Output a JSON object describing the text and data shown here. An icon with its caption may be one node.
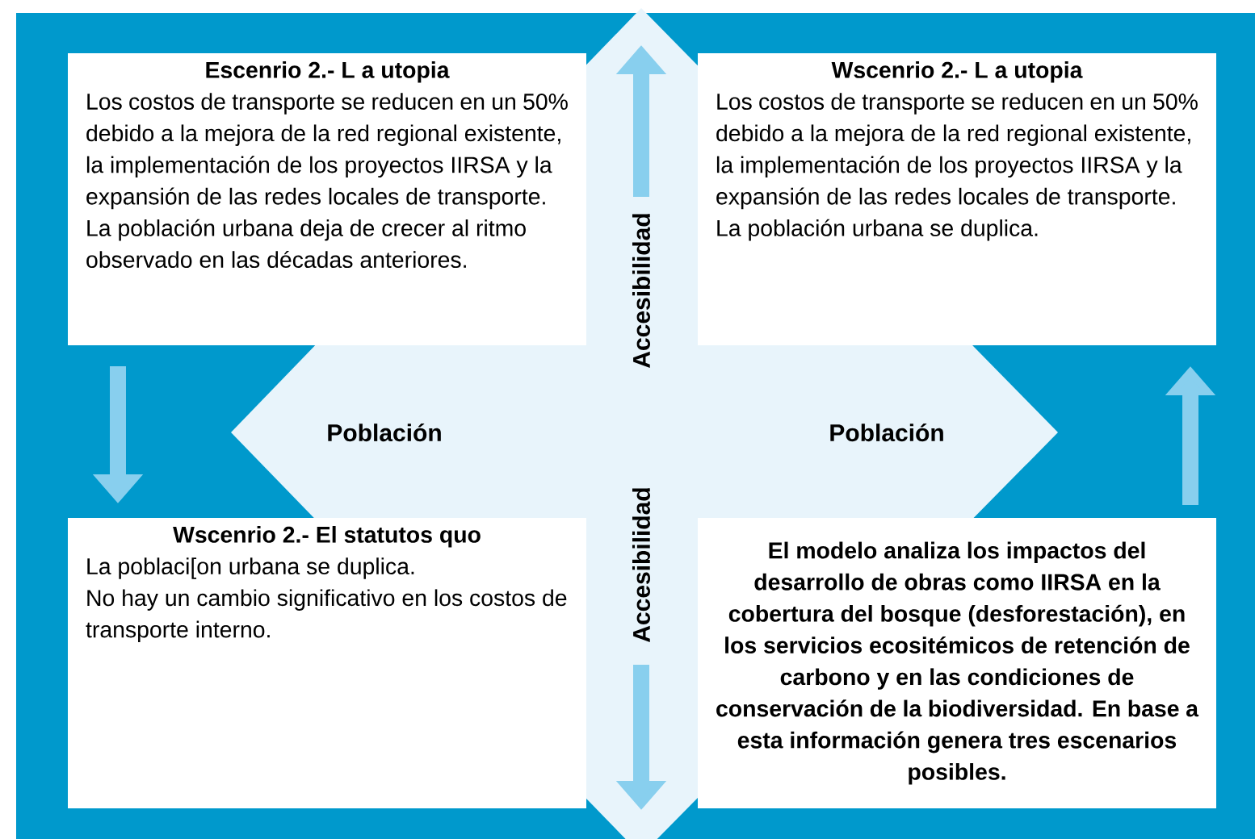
{
  "diagram": {
    "nodes": [
      {
        "text": [
          "Escenrio 2.- L a utopia",
          "Los costos de transporte se reducen en un 50% debido a la mejora de la red regional existente, la implementación de los proyectos IIRSA y la expansión de las redes locales de transporte.",
          "La población urbana deja de crecer al ritmo observado en las décadas anteriores."
        ]
      },
      {
        "text": [
          "Wscenrio 2.- L a utopia",
          "Los costos de transporte se reducen en un 50% debido a la mejora de la red regional existente, la implementación de los proyectos IIRSA y la expansión de las redes locales de transporte.",
          "La población urbana se duplica."
        ]
      },
      {
        "text": [
          "Wscenrio 2.- El statutos quo",
          "La poblaci[on urbana se duplica.",
          "No hay un cambio significativo en los costos de transporte interno."
        ]
      },
      {
        "text": [
          "El modelo analiza los impactos del desarrollo de obras como IIRSA en la cobertura del bosque (desforestación), en los servicios ecositémicos de retención de carbono y en las condiciones de conservación de la biodiversidad. En base a esta información genera tres escenarios posibles."
        ]
      }
    ],
    "edges": [
      {
        "from": 0,
        "to": 2,
        "arrow": "to"
      },
      {
        "from": 3,
        "to": 1,
        "arrow": "to"
      }
    ],
    "labels": [
      "Accesibilidad",
      "Población",
      "Población",
      "Accesibilidad"
    ]
  }
}
